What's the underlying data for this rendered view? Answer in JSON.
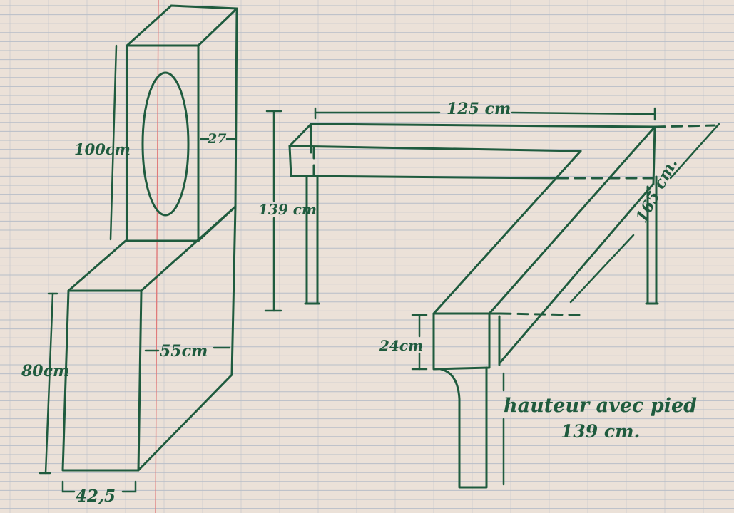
{
  "colors": {
    "paper": "#ebe1d8",
    "grid": "#b7bec8",
    "margin": "#e07a7a",
    "ink": "#1f5b3e"
  },
  "left_drawing": {
    "mirror_height": "100cm",
    "mirror_depth": "27",
    "cabinet_height": "80cm",
    "cabinet_depth": "55cm",
    "cabinet_width": "42,5"
  },
  "right_drawing": {
    "top_width": "125 cm",
    "height": "139 cm",
    "diagonal_length": "165 cm.",
    "block_height": "24cm",
    "note_line1": "hauteur avec pied",
    "note_line2": "139 cm."
  }
}
